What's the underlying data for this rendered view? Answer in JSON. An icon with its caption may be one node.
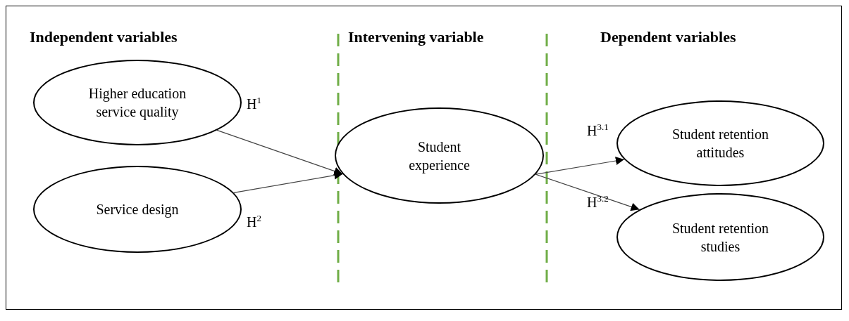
{
  "diagram": {
    "nodes": [
      {
        "text": [
          "Higher education service quality"
        ]
      },
      {
        "text": [
          "Service design"
        ]
      },
      {
        "text": [
          "Student experience"
        ]
      },
      {
        "text": [
          "Student retention attitudes"
        ]
      },
      {
        "text": [
          "Student retention studies"
        ]
      }
    ],
    "edges": [
      {
        "from": 0,
        "to": 2,
        "arrow": "to",
        "label": "H$^{1}$"
      },
      {
        "from": 1,
        "to": 2,
        "arrow": "to",
        "label": "H$^{2}$"
      },
      {
        "from": 2,
        "to": 3,
        "arrow": "to",
        "label": "H$^{3.1}$"
      },
      {
        "from": 2,
        "to": 4,
        "arrow": "to",
        "label": "H$^{3.2}$"
      }
    ],
    "labels": [
      "Independent variables",
      "Intervening variable",
      "Dependent variables"
    ]
  }
}
